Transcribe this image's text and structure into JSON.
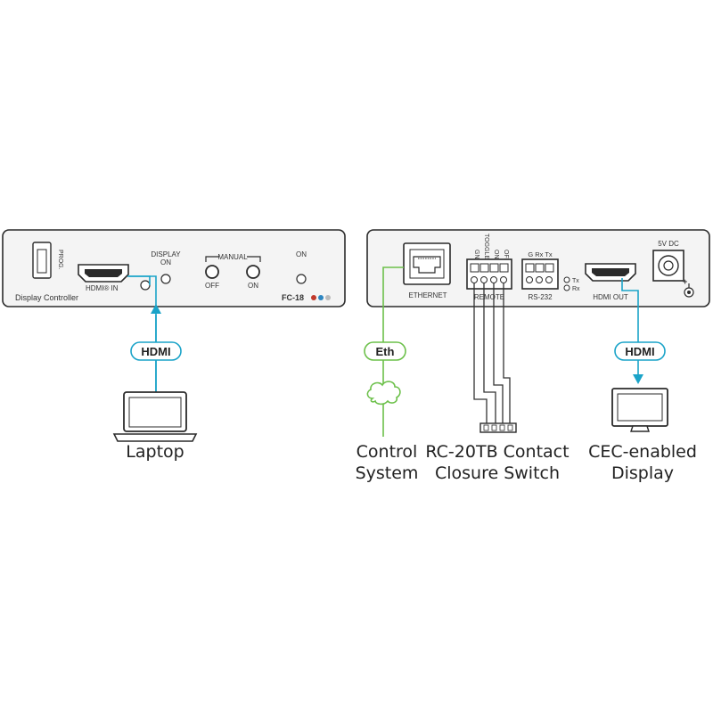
{
  "colors": {
    "hdmi_cable": "#1aa3c8",
    "eth_cable": "#6cc04a",
    "remote_wire": "#333333",
    "panel_fill": "#f4f4f4",
    "panel_stroke": "#2b2b2b",
    "dot_red": "#c0392b",
    "dot_blue": "#2e86c1",
    "dot_gray": "#bbbbbb"
  },
  "left_panel": {
    "prog_label": "PROG.",
    "device_name": "Display Controller",
    "hdmi_in_label": "HDMI® IN",
    "display_on_line1": "DISPLAY",
    "display_on_line2": "ON",
    "manual_label": "MANUAL",
    "off_label": "OFF",
    "on_label": "ON",
    "power_on_label": "ON",
    "model": "FC-18"
  },
  "right_panel": {
    "ethernet_label": "ETHERNET",
    "remote_pins": [
      "GND",
      "TOGGLE",
      "ON",
      "OFF"
    ],
    "remote_label": "REMOTE",
    "rs232_pins": "G  Rx  Tx",
    "rs232_label": "RS-232",
    "tx_label": "Tx",
    "rx_label": "Rx",
    "hdmi_out_label": "HDMI   OUT",
    "power_label": "5V DC"
  },
  "connections": {
    "hdmi_in_tag": "HDMI",
    "eth_tag": "Eth",
    "hdmi_out_tag": "HDMI"
  },
  "endpoints": {
    "laptop": "Laptop",
    "control_line1": "Control",
    "control_line2": "System",
    "switch_line1": "RC-20TB Contact",
    "switch_line2": "Closure Switch",
    "display_line1": "CEC-enabled",
    "display_line2": "Display"
  }
}
